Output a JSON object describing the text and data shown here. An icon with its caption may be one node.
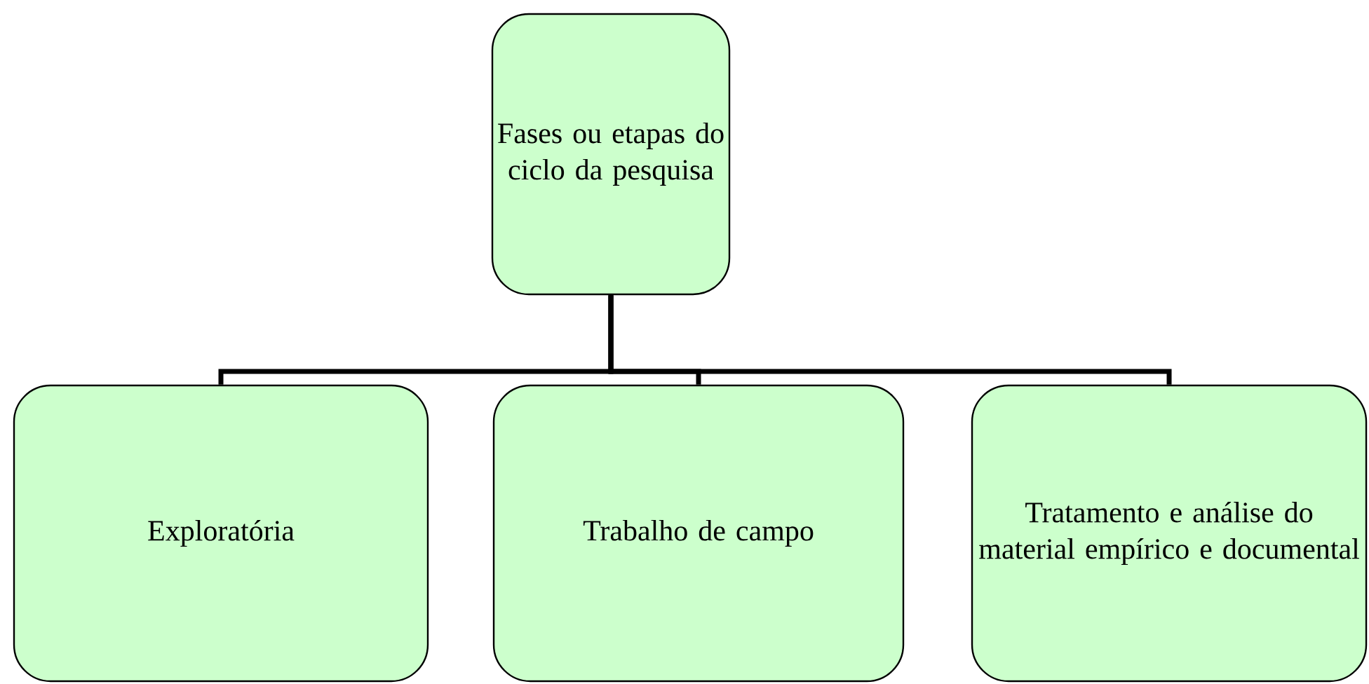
{
  "diagram": {
    "nodes": [
      {
        "text": [
          "Fases ou etapas do ciclo da pesquisa"
        ]
      },
      {
        "text": [
          "Exploratória"
        ]
      },
      {
        "text": [
          "Trabalho de campo"
        ]
      },
      {
        "text": [
          "Tratamento e análise do material empírico e documental"
        ]
      }
    ],
    "edges": [
      {
        "from": 0,
        "to": 1,
        "arrow": "none"
      },
      {
        "from": 0,
        "to": 2,
        "arrow": "none"
      },
      {
        "from": 0,
        "to": 3,
        "arrow": "none"
      }
    ]
  }
}
